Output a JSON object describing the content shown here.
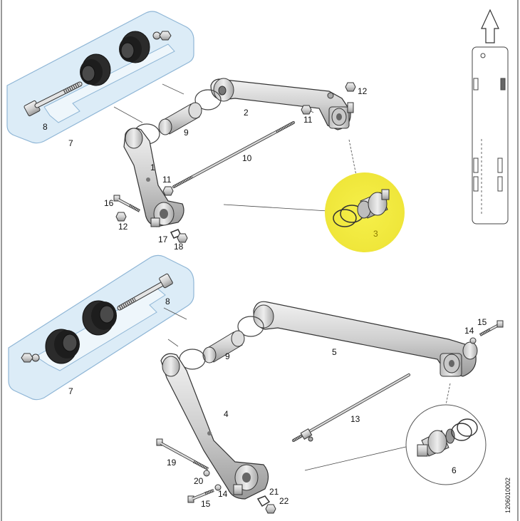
{
  "diagram": {
    "document_id": "1206010002",
    "highlight_color": "#f3ec3a",
    "kit_panel_color": "#dcecf7",
    "kit_panel_border": "#8fb6d6",
    "labels": {
      "upper_1": "1",
      "upper_2": "2",
      "upper_3": "3",
      "upper_7": "7",
      "upper_8": "8",
      "upper_9": "9",
      "upper_10": "10",
      "upper_11a": "11",
      "upper_11b": "11",
      "upper_12a": "12",
      "upper_12b": "12",
      "upper_16": "16",
      "upper_17": "17",
      "upper_18": "18",
      "lower_4": "4",
      "lower_5": "5",
      "lower_6": "6",
      "lower_7": "7",
      "lower_8": "8",
      "lower_9": "9",
      "lower_13": "13",
      "lower_14a": "14",
      "lower_14b": "14",
      "lower_15a": "15",
      "lower_15b": "15",
      "lower_19": "19",
      "lower_20": "20",
      "lower_21": "21",
      "lower_22": "22"
    }
  }
}
